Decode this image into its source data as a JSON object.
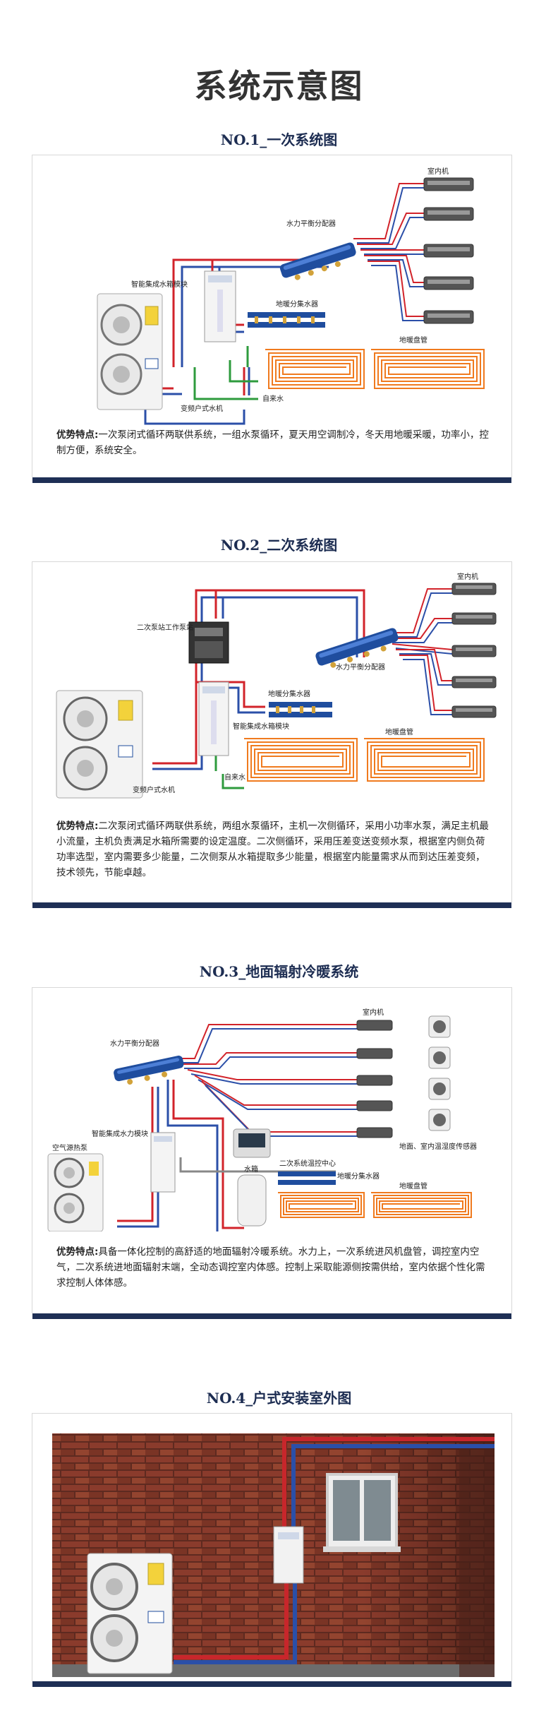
{
  "page_title": "系统示意图",
  "sections": [
    {
      "title": "NO.1_一次系统图",
      "labels": {
        "indoor_unit": "室内机",
        "water_distributor": "水力平衡分配器",
        "smart_module": "智能集成水箱模块",
        "floor_manifold": "地暖分集水器",
        "floor_coil": "地暖盘管",
        "tap_water": "自来水",
        "vfd_unit": "变频户式水机"
      },
      "adv_label": "优势特点:",
      "adv_text": "一次泵闭式循环两联供系统，一组水泵循环，夏天用空调制冷，冬天用地暖采暖，功率小，控制方便，系统安全。"
    },
    {
      "title": "NO.2_二次系统图",
      "labels": {
        "indoor_unit": "室内机",
        "secondary_station": "二次泵站工作泵站",
        "water_distributor": "水力平衡分配器",
        "floor_manifold": "地暖分集水器",
        "smart_module": "智能集成水箱模块",
        "tap_water": "自来水",
        "floor_coil": "地暖盘管",
        "vfd_unit": "变频户式水机"
      },
      "adv_label": "优势特点:",
      "adv_text": "二次泵闭式循环两联供系统，两组水泵循环，主机一次侧循环，采用小功率水泵，满足主机最小流量，主机负责满足水箱所需要的设定温度。二次侧循环，采用压差变送变频水泵，根据室内侧负荷功率选型，室内需要多少能量，二次侧泵从水箱提取多少能量，根据室内能量需求从而到达压差变频，技术领先，节能卓越。"
    },
    {
      "title": "NO.3_地面辐射冷暖系统",
      "labels": {
        "water_distributor": "水力平衡分配器",
        "indoor_unit": "室内机",
        "smart_module": "智能集成水力模块",
        "air_source": "空气源热泵",
        "water_tank": "水箱",
        "secondary_center": "二次系统温控中心",
        "floor_manifold": "地暖分集水器",
        "temp_sensor": "地面、室内温湿度传感器",
        "floor_coil": "地暖盘管"
      },
      "adv_label": "优势特点:",
      "adv_text": "具备一体化控制的高舒适的地面辐射冷暖系统。水力上，一次系统进风机盘管，调控室内空气，二次系统进地面辐射末端，全动态调控室内体感。控制上采取能源侧按需供给，室内依据个性化需求控制人体体感。"
    },
    {
      "title": "NO.4_户式安装室外图"
    }
  ],
  "colors": {
    "hot_pipe": "#d2232a",
    "cold_pipe": "#2b4fa8",
    "water_pipe": "#2e9b3d",
    "coil": "#f07a1e",
    "accent": "#1e2f55",
    "brick": "#8a3b2c"
  }
}
